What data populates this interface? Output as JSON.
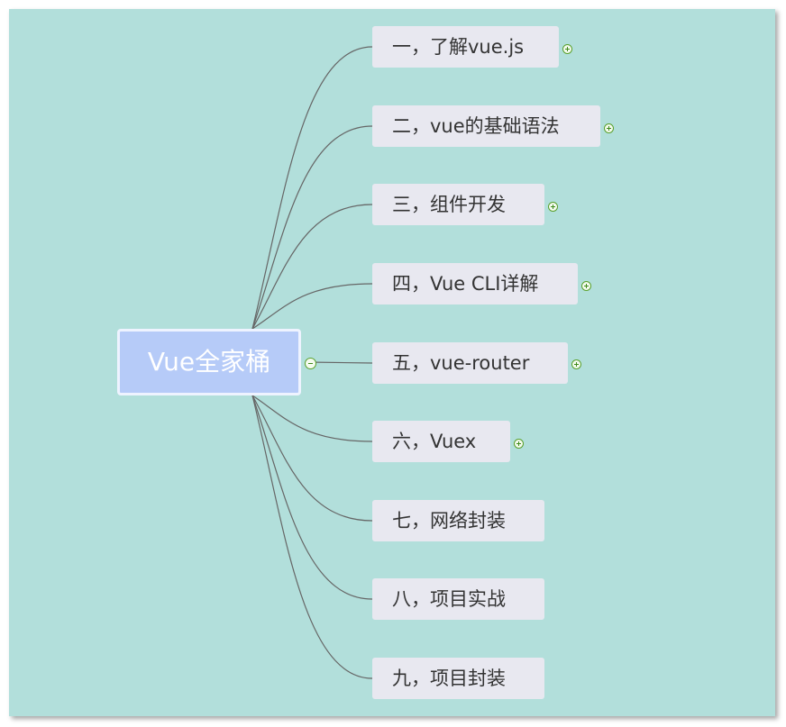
{
  "root": {
    "label": "Vue全家桶",
    "collapse_icon": "minus-circle-icon"
  },
  "topics": [
    {
      "label": "一，了解vue.js",
      "expand_icon": "plus-circle-icon"
    },
    {
      "label": "二，vue的基础语法",
      "expand_icon": "plus-circle-icon"
    },
    {
      "label": "三，组件开发",
      "expand_icon": "plus-circle-icon"
    },
    {
      "label": "四，Vue CLI详解",
      "expand_icon": "plus-circle-icon"
    },
    {
      "label": "五，vue-router",
      "expand_icon": "plus-circle-icon"
    },
    {
      "label": "六，Vuex",
      "expand_icon": "plus-circle-icon"
    },
    {
      "label": "七，网络封装"
    },
    {
      "label": "八，项目实战"
    },
    {
      "label": "九，项目封装"
    }
  ],
  "colors": {
    "background": "#b2dfdb",
    "root_fill": "#b6cbf8",
    "topic_fill": "#e8e8f0",
    "connector": "#666666",
    "toggle": "#5aa02c"
  }
}
